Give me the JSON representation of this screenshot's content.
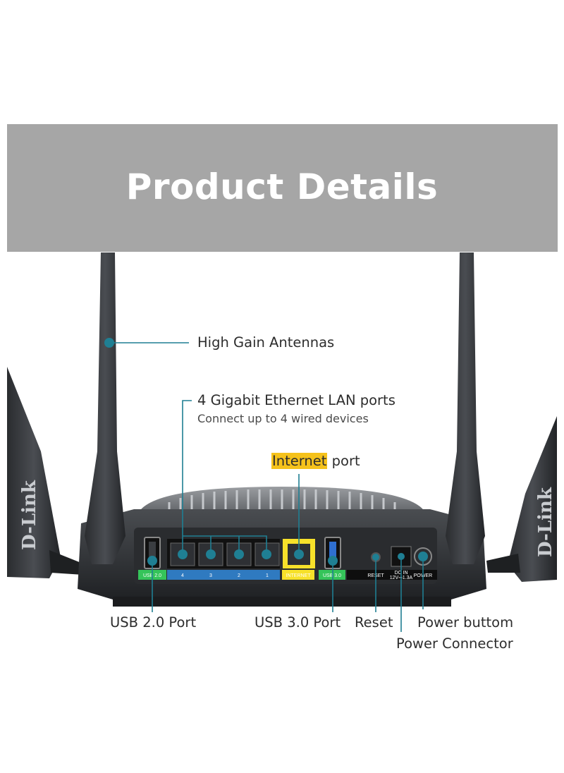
{
  "banner": {
    "title": "Product Details"
  },
  "device": {
    "brand": "D-Link",
    "port_labels": {
      "usb2": "USB 2.0",
      "lan4": "4",
      "lan3": "3",
      "lan2": "2",
      "lan1": "1",
      "internet": "INTERNET",
      "usb3": "USB 3.0",
      "reset": "RESET",
      "dc_in": "DC IN",
      "dc_rating": "12V⎓1.3A",
      "power": "POWER"
    }
  },
  "callouts": {
    "antennas": "High Gain Antennas",
    "lan_title": "4 Gigabit Ethernet LAN ports",
    "lan_sub": "Connect up to 4 wired devices",
    "internet_highlight": "Internet",
    "internet_rest": " port",
    "usb2": "USB 2.0 Port",
    "usb3": "USB 3.0 Port",
    "reset": "Reset",
    "power_button": "Power buttom",
    "power_connector": "Power Connector"
  },
  "colors": {
    "banner": "#a6a6a6",
    "leader": "#1f7f93",
    "usb_green": "#35c45a",
    "lan_blue": "#2f7ac0",
    "internet_yellow": "#f7e12a",
    "highlight": "#f5c21b"
  }
}
